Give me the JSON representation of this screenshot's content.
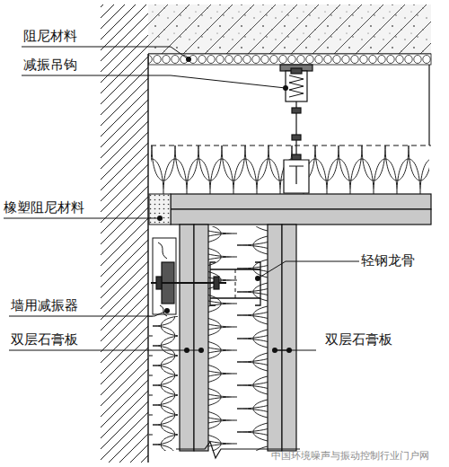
{
  "diagram": {
    "labels": [
      "阻尼材料",
      "减振吊钩",
      "橡塑阻尼材料",
      "轻钢龙骨",
      "墙用减振器",
      "双层石膏板",
      "双层石膏板",
      "中国环境噪声与振动控制行业门户网"
    ]
  }
}
